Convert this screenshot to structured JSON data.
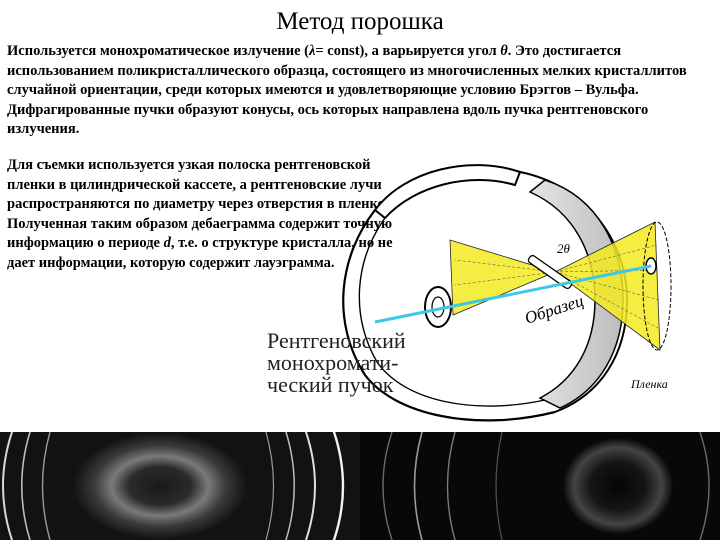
{
  "title": "Метод порошка",
  "intro": {
    "part1": "Используется монохроматическое излучение (",
    "lambda_symbol": "λ",
    "part2": "= const), а варьируется угол ",
    "theta_symbol": "θ",
    "part3": ". Это достигается использованием поликристаллического образца, состоящего из многочисленных мелких кристаллитов случайной ориентации, среди которых имеются и удовлетворяющие условию Брэггов – Вульфа. Дифрагированные пучки образуют конусы, ось которых направлена вдоль пучка рентгеновского излучения."
  },
  "side": {
    "part1": "Для съемки используется узкая полоска рентгеновской пленки в цилиндрической кассете, а рентгеновские лучи распространяются по диаметру через отверстия в пленке. Полученная таким образом дебаеграмма содержит точную информацию о периоде ",
    "d_symbol": "d",
    "part2": ", т.е. о структуре кристалла, но не дает информации, которую содержит лауэграмма."
  },
  "diagram": {
    "angle_label": "2θ",
    "sample_label": "Образец",
    "film_label": "Пленка",
    "beam_label_1": "Рентгеновский",
    "beam_label_2": "монохромати-",
    "beam_label_3": "ческий  пучок",
    "colors": {
      "cone": "#f5ea22",
      "beam": "#3cc8e6",
      "film": "#d2d2d2"
    }
  }
}
